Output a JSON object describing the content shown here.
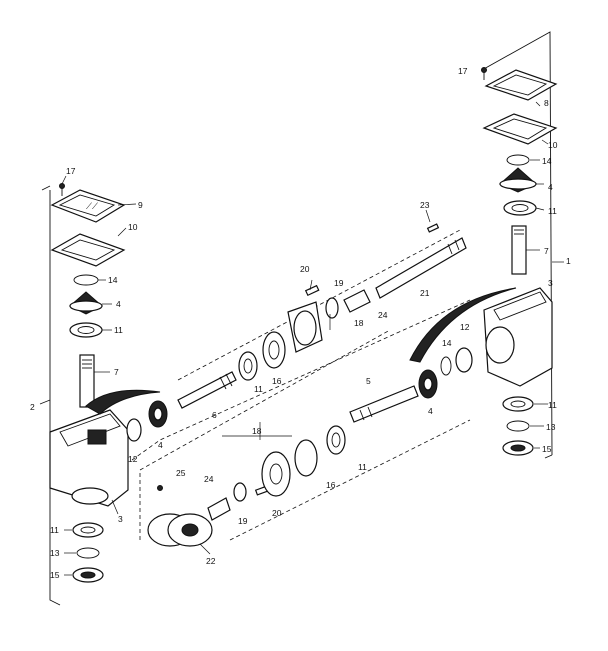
{
  "labels": {
    "l1": "1",
    "l2": "2",
    "l3a": "3",
    "l3b": "3",
    "l4a": "4",
    "l4b": "4",
    "l4c": "4",
    "l4d": "4",
    "l5": "5",
    "l6": "6",
    "l7a": "7",
    "l7b": "7",
    "l8": "8",
    "l9": "9",
    "l10a": "10",
    "l10b": "10",
    "l11a": "11",
    "l11b": "11",
    "l11c": "11",
    "l11d": "11",
    "l11e": "11",
    "l11f": "11",
    "l12a": "12",
    "l12b": "12",
    "l13a": "13",
    "l13b": "13",
    "l14a": "14",
    "l14b": "14",
    "l14c": "14",
    "l15a": "15",
    "l15b": "15",
    "l16a": "16",
    "l16b": "16",
    "l17a": "17",
    "l17b": "17",
    "l18a": "18",
    "l18b": "18",
    "l19a": "19",
    "l19b": "19",
    "l20a": "20",
    "l20b": "20",
    "l21": "21",
    "l22": "22",
    "l23": "23",
    "l24a": "24",
    "l24b": "24",
    "l25": "25"
  }
}
